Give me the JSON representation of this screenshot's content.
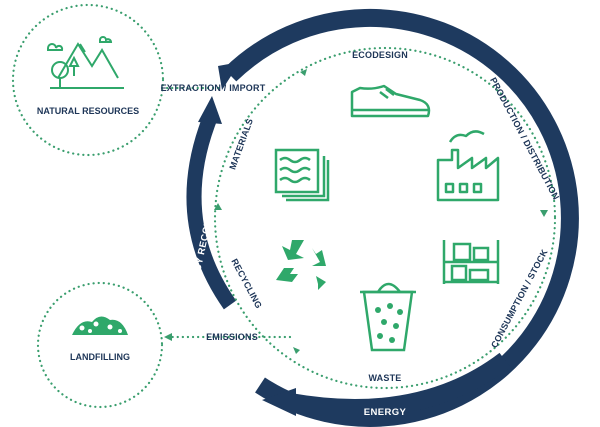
{
  "colors": {
    "navy": "#1e3a5f",
    "green": "#2fa86a",
    "dot": "#3a9e6e",
    "white": "#ffffff"
  },
  "nodes": {
    "natural_resources": {
      "label": "NATURAL RESOURCES",
      "icon": "mountains-trees-icon"
    },
    "landfilling": {
      "label": "LANDFILLING",
      "icon": "waste-pile-icon"
    }
  },
  "energy_labels": [
    "ENERGY",
    "ENERGY",
    "ENERGY"
  ],
  "energy_recovery": "ENERGY RECOVERY",
  "flow_labels": {
    "extraction": "EXTRACTION / IMPORT",
    "ecodesign": "ECODESIGN",
    "production": "PRODUCTION / DISTRIBUTION",
    "consumption": "CONSUMPTION / STOCK",
    "waste": "WASTE",
    "emissions": "EMISSIONS",
    "recycling": "RECYCLING",
    "materials": "MATERIALS"
  },
  "icons": [
    "shoe-icon",
    "factory-icon",
    "shelf-boxes-icon",
    "trash-bin-icon",
    "recycle-icon",
    "material-sheets-icon"
  ]
}
